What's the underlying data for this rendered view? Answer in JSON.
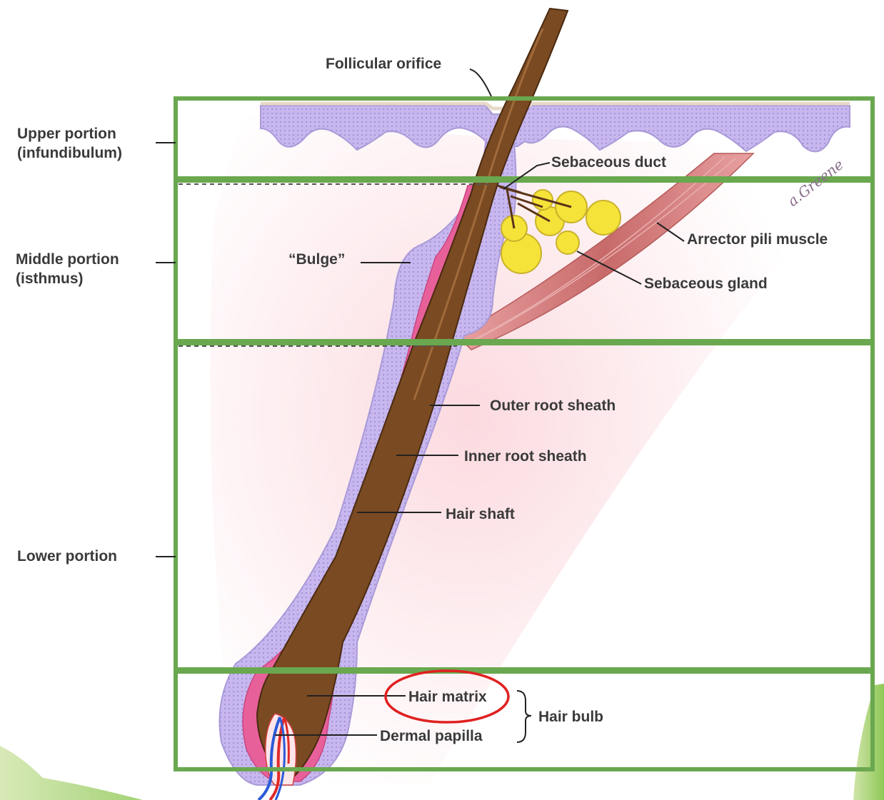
{
  "regions": {
    "upper": {
      "label_line1": "Upper portion",
      "label_line2": "(infundibulum)"
    },
    "middle": {
      "label_line1": "Middle portion",
      "label_line2": "(isthmus)"
    },
    "lower": {
      "label_line1": "Lower portion"
    }
  },
  "labels": {
    "follicular_orifice": "Follicular orifice",
    "sebaceous_duct": "Sebaceous duct",
    "arrector_pili": "Arrector pili muscle",
    "sebaceous_gland": "Sebaceous gland",
    "bulge": "“Bulge”",
    "outer_root_sheath": "Outer root sheath",
    "inner_root_sheath": "Inner root sheath",
    "hair_shaft": "Hair shaft",
    "hair_matrix": "Hair matrix",
    "dermal_papilla": "Dermal papilla",
    "hair_bulb": "Hair bulb"
  },
  "signature": "a.Greene",
  "colors": {
    "region_box": "#6aa84f",
    "highlight_circle": "#e02020",
    "hair_shaft": "#7a4a22",
    "inner_root_sheath": "#e8609a",
    "outer_root_sheath": "#b5a3e0",
    "epidermis": "#c9b8ec",
    "dermis": "#fbe3e6",
    "sebaceous_gland": "#f5e33a",
    "muscle": "#cf7a7a",
    "artery": "#e02a2a",
    "vein": "#2a5ad8"
  }
}
